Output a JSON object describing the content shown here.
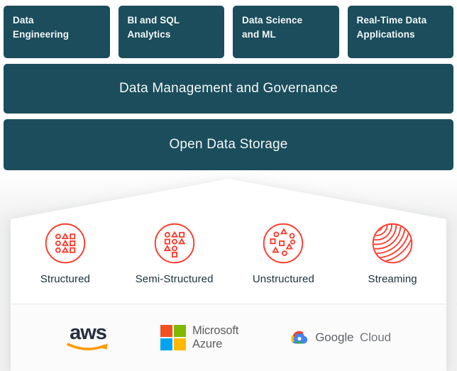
{
  "colors": {
    "box_teal": "#1B4D5C",
    "accent_red": "#FF3A2C",
    "label_navy": "#1B3139",
    "aws_navy": "#252F3E",
    "aws_orange": "#FF9900",
    "microsoft_text": "#5E5E5E",
    "microsoft_squares": [
      "#F25022",
      "#7FBA00",
      "#00A4EF",
      "#FFB900"
    ],
    "google_text": "#5F6368",
    "google_cloud_colors": [
      "#EA4335",
      "#FBBC05",
      "#4285F4",
      "#34A853"
    ]
  },
  "capability_boxes": [
    {
      "label": "Data\nEngineering"
    },
    {
      "label": "BI and SQL\nAnalytics"
    },
    {
      "label": "Data Science\nand ML"
    },
    {
      "label": "Real-Time Data\nApplications"
    }
  ],
  "layer_bars": [
    {
      "label": "Data Management and Governance"
    },
    {
      "label": "Open Data Storage"
    }
  ],
  "data_types": [
    {
      "label": "Structured",
      "icon": "structured-data-icon"
    },
    {
      "label": "Semi-Structured",
      "icon": "semi-structured-data-icon"
    },
    {
      "label": "Unstructured",
      "icon": "unstructured-data-icon"
    },
    {
      "label": "Streaming",
      "icon": "streaming-data-icon"
    }
  ],
  "cloud_providers": [
    {
      "name": "AWS",
      "wordmark": "aws",
      "icon": "aws-logo"
    },
    {
      "name": "Microsoft Azure",
      "line1": "Microsoft",
      "line2": "Azure",
      "icon": "microsoft-azure-logo"
    },
    {
      "name": "Google Cloud",
      "part1": "Google",
      "part2": "Cloud",
      "icon": "google-cloud-logo"
    }
  ]
}
